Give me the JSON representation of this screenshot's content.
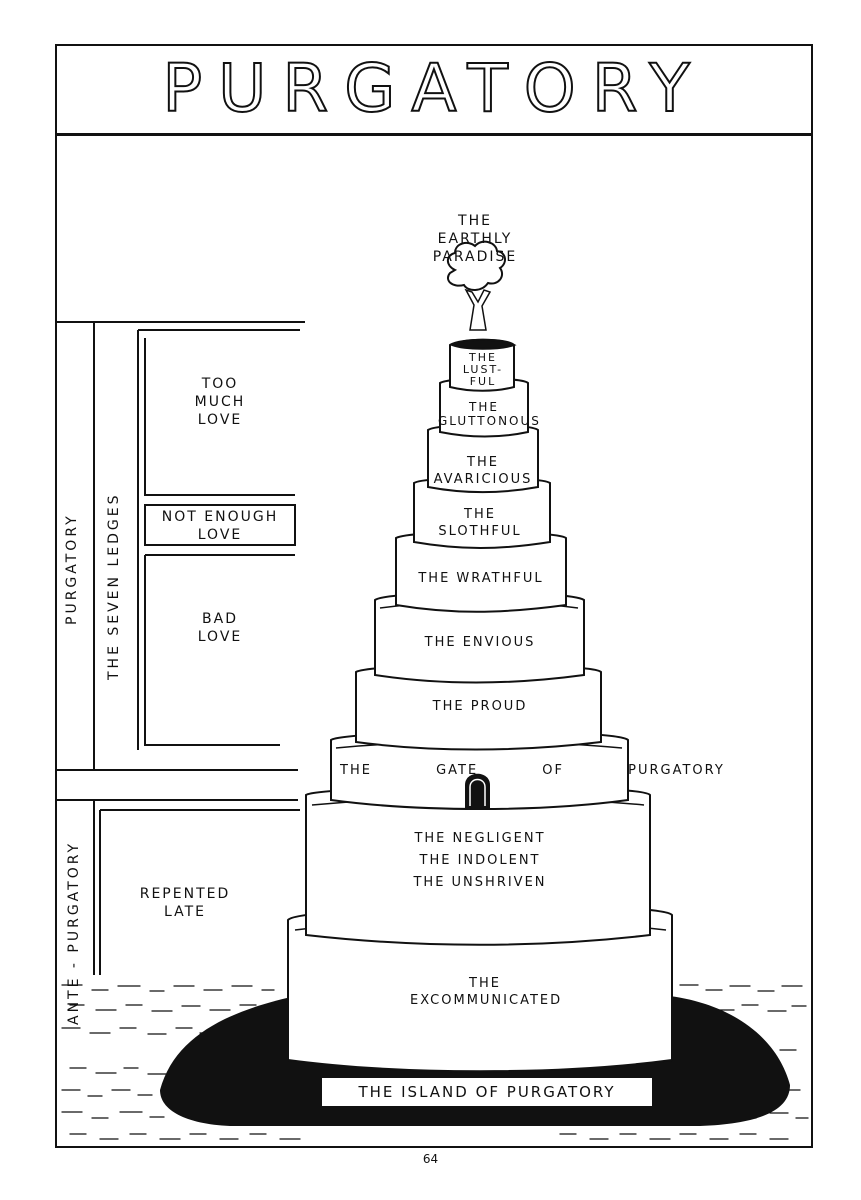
{
  "title": "PURGATORY",
  "summit": "THE EARTHLY PARADISE",
  "side": {
    "purgatory": "PURGATORY",
    "seven_ledges": "THE SEVEN LEDGES",
    "ante_purgatory": "ANTE - PURGATORY",
    "too_much_love": "TOO MUCH LOVE",
    "not_enough_love": "NOT ENOUGH LOVE",
    "bad_love": "BAD LOVE",
    "repented_late": "REPENTED LATE"
  },
  "tiers": {
    "lustful": "THE LUST- FUL",
    "gluttonous": "THE GLUTTONOUS",
    "avaricious": "THE AVARICIOUS",
    "slothful": "THE SLOTHFUL",
    "wrathful": "THE WRATHFUL",
    "envious": "THE ENVIOUS",
    "proud": "THE PROUD",
    "gate": "THE GATE OF PURGATORY",
    "negligent": "THE NEGLIGENT",
    "indolent": "THE INDOLENT",
    "unshriven": "THE UNSHRIVEN",
    "excommunicated": "THE EXCOMMUNICATED"
  },
  "island": "THE ISLAND OF PURGATORY",
  "page_number": "64"
}
